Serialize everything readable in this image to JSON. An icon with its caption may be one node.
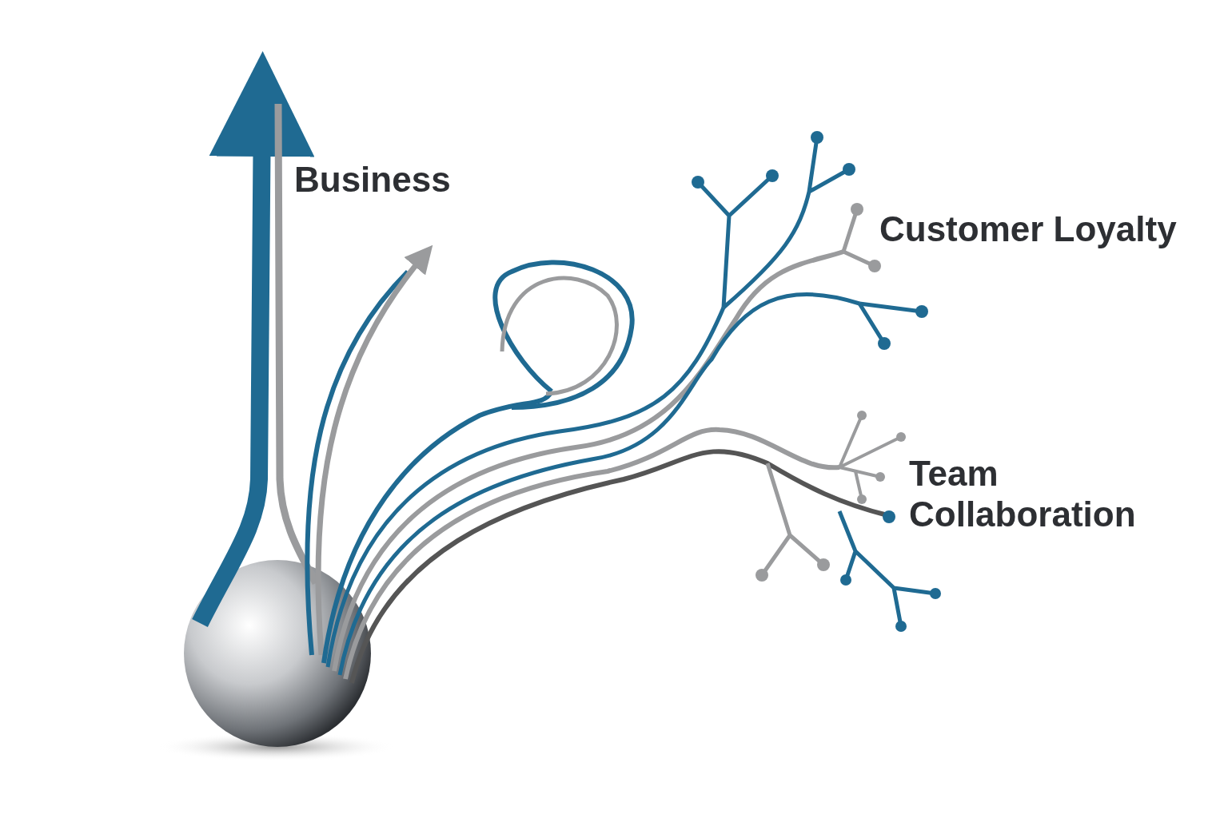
{
  "diagram": {
    "labels": [
      "Business",
      "Customer Loyalty",
      "Team Collaboration"
    ]
  }
}
